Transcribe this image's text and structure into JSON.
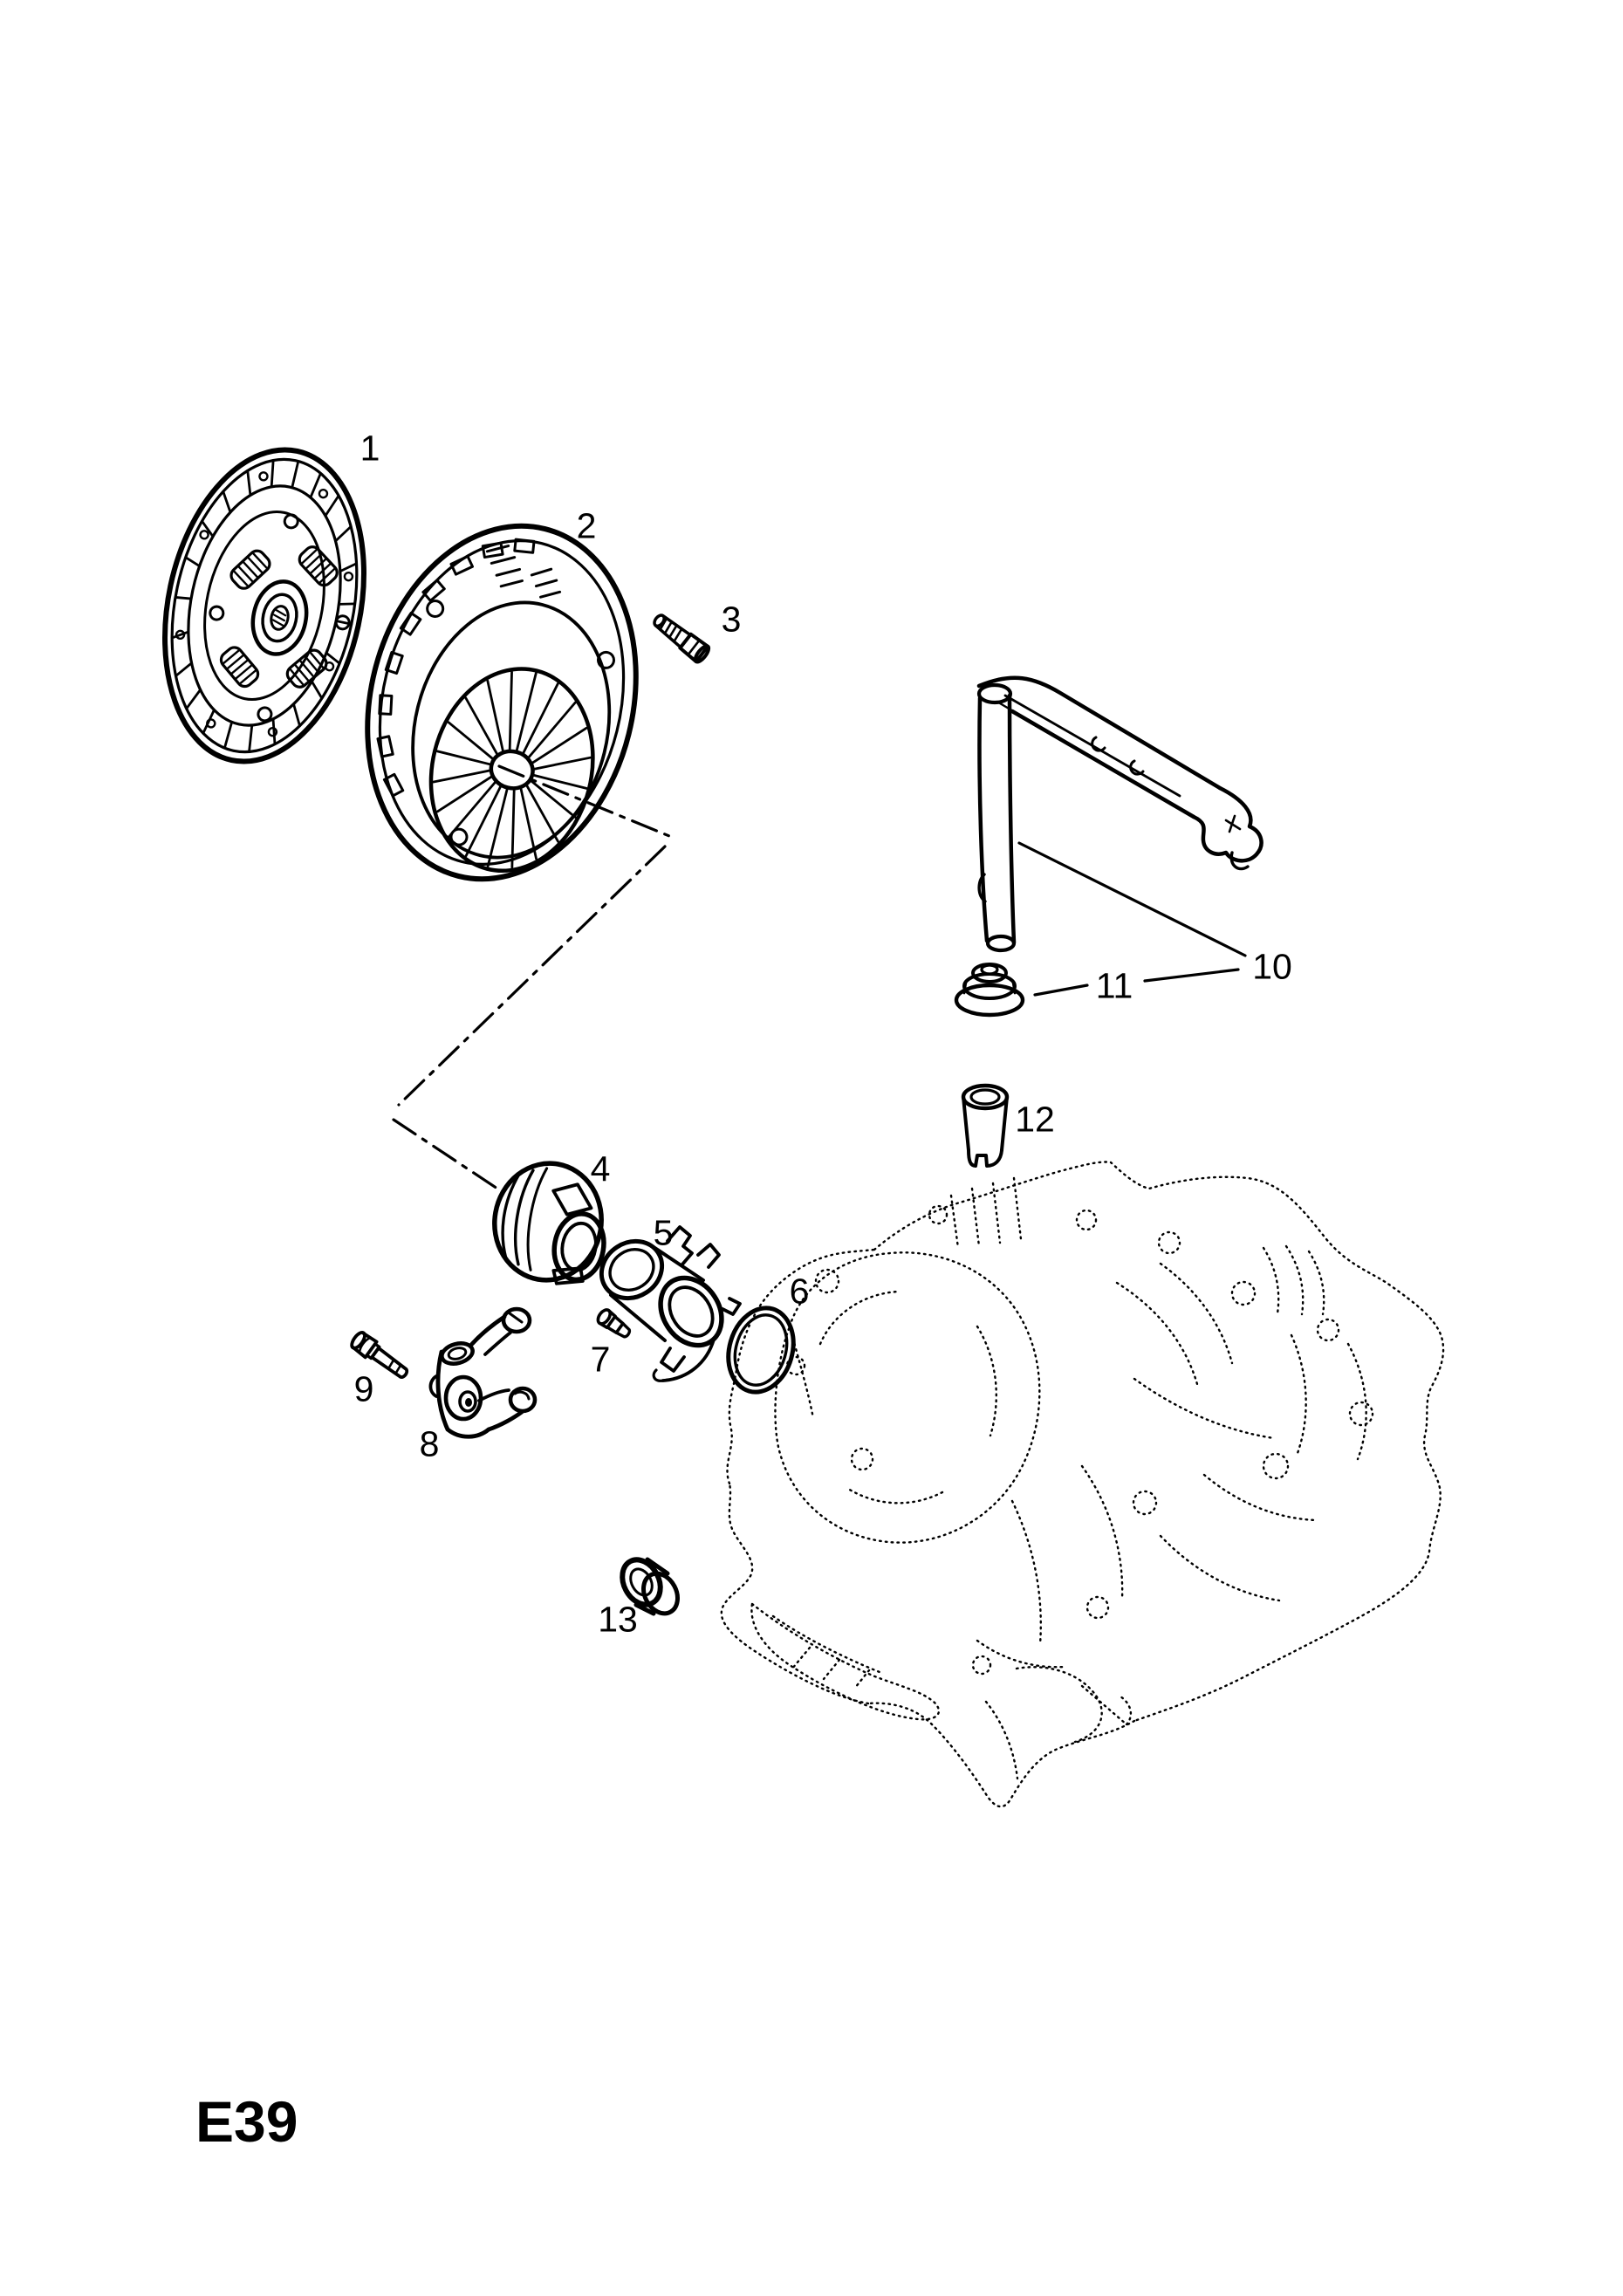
{
  "page_code": "E39",
  "callouts": [
    {
      "number": "1"
    },
    {
      "number": "2"
    },
    {
      "number": "3"
    },
    {
      "number": "4"
    },
    {
      "number": "5"
    },
    {
      "number": "6"
    },
    {
      "number": "7"
    },
    {
      "number": "8"
    },
    {
      "number": "9"
    },
    {
      "number": "10"
    },
    {
      "number": "11"
    },
    {
      "number": "12"
    },
    {
      "number": "13"
    }
  ]
}
